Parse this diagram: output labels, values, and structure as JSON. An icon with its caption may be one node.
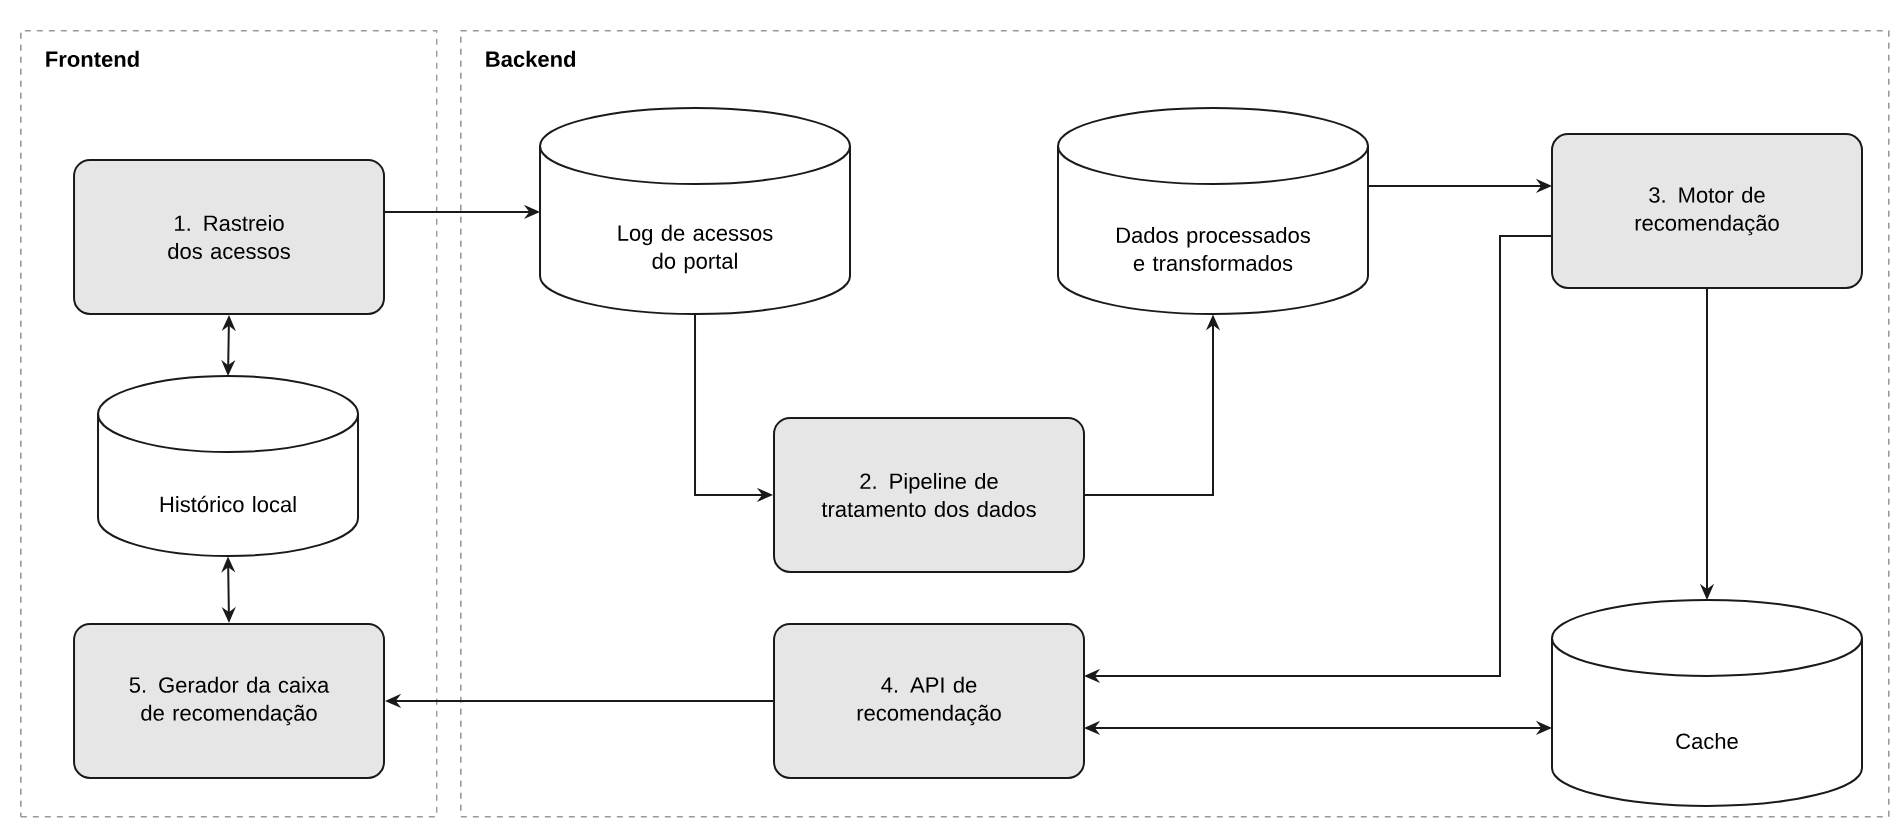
{
  "diagram": {
    "nodes": [
      {
        "text": [
          "Frontend"
        ]
      },
      {
        "text": [
          "1. Rastreio dos acessos"
        ],
        "in": 0
      },
      {
        "text": [
          "Histórico local"
        ],
        "in": 0
      },
      {
        "text": [
          "5. Gerador da caixa de recomendação"
        ],
        "in": 0
      },
      {
        "text": [
          "Backend"
        ]
      },
      {
        "text": [
          "Log de acessos do portal"
        ],
        "in": 4
      },
      {
        "text": [
          "Dados processados e transformados"
        ],
        "in": 4
      },
      {
        "text": [
          "3. Motor de recomendação"
        ],
        "in": 4
      },
      {
        "text": [
          "2. Pipeline de tratamento dos dados"
        ],
        "in": 4
      },
      {
        "text": [
          "4. API de recomendação"
        ],
        "in": 4
      },
      {
        "text": [
          "Cache"
        ],
        "in": 4
      }
    ],
    "edges": [
      {
        "from": 1,
        "to": 5,
        "arrow": "to"
      },
      {
        "from": 1,
        "to": 2,
        "arrow": "both"
      },
      {
        "from": 2,
        "to": 3,
        "arrow": "both"
      },
      {
        "from": 5,
        "to": 8,
        "arrow": "to"
      },
      {
        "from": 8,
        "to": 6,
        "arrow": "to"
      },
      {
        "from": 6,
        "to": 7,
        "arrow": "to"
      },
      {
        "from": 7,
        "to": 10,
        "arrow": "to"
      },
      {
        "from": 7,
        "to": 9,
        "arrow": "to"
      },
      {
        "from": 9,
        "to": 10,
        "arrow": "both"
      },
      {
        "from": 9,
        "to": 3,
        "arrow": "to"
      }
    ]
  }
}
